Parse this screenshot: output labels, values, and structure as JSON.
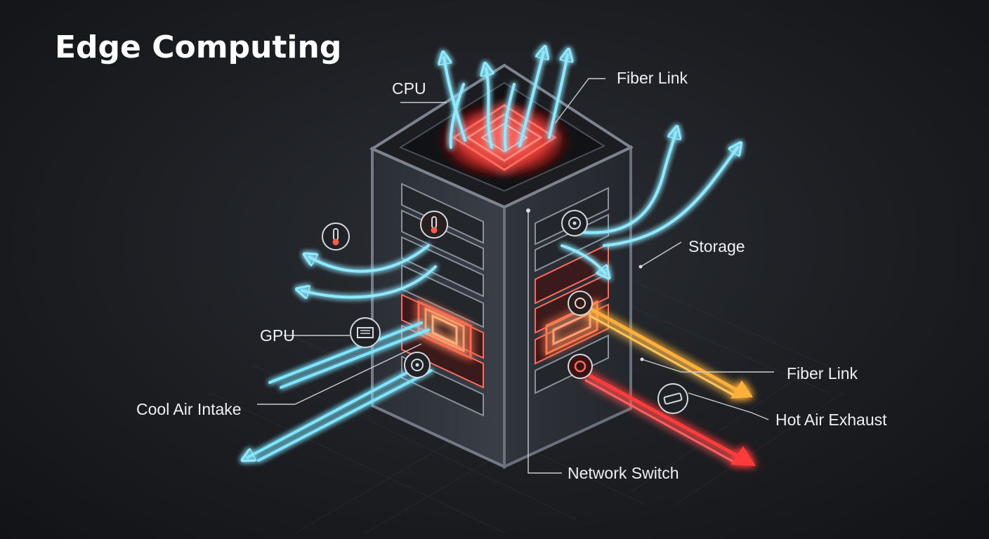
{
  "title": "Edge Computing",
  "labels": {
    "cpu": "CPU",
    "fiber_link_top": "Fiber Link",
    "storage": "Storage",
    "gpu": "GPU",
    "fiber_link_right": "Fiber Link",
    "cool_air_intake": "Cool Air Intake",
    "hot_air_exhaust": "Hot Air Exhaust",
    "network_switch": "Network Switch"
  },
  "icons": [
    "thermometer-icon",
    "gpu-card-icon",
    "fan-icon",
    "network-port-icon",
    "fiber-connector-icon"
  ],
  "colors": {
    "background": "#1c1e22",
    "cool_air": "#7fe6ff",
    "hot_air": "#ff3b3b",
    "warm_air": "#ffb03a",
    "hot_component": "#ff5a4a",
    "rack_frame": "#6d7480"
  }
}
